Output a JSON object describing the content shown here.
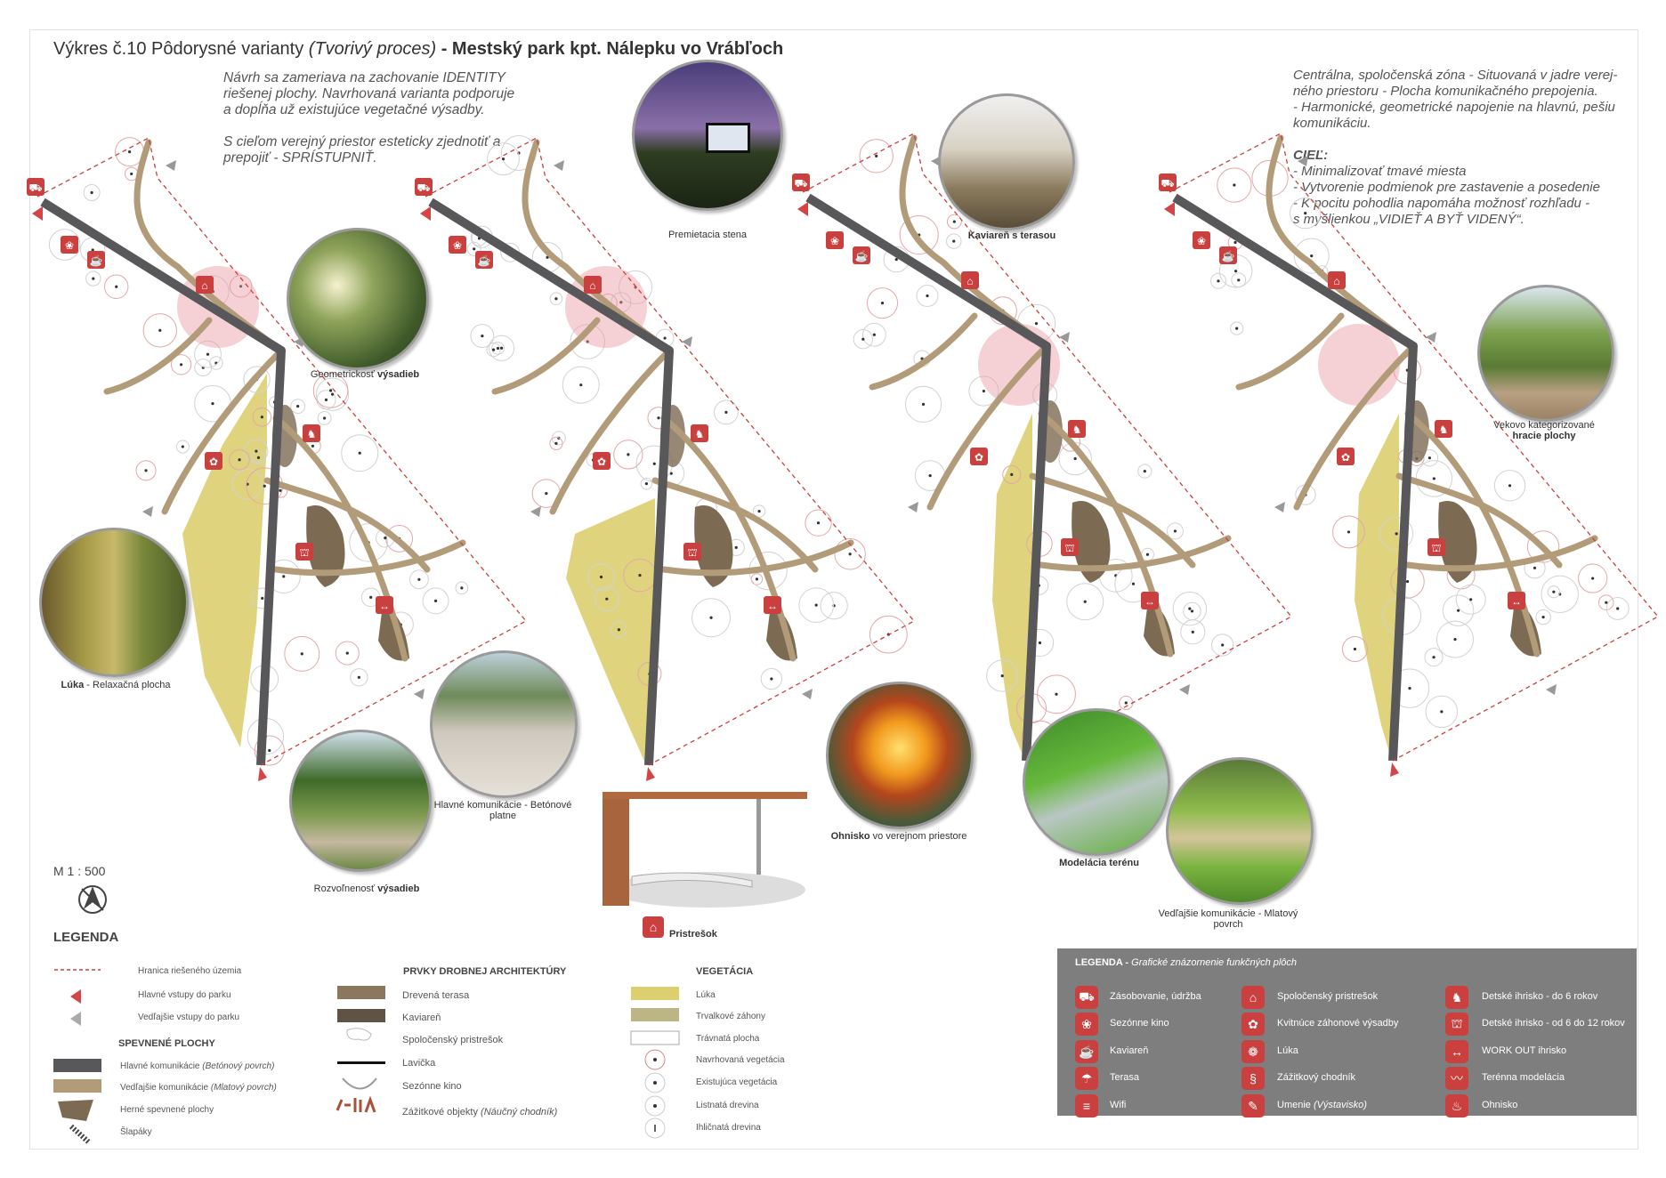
{
  "title": {
    "prefix": "Výkres č.10 Pôdorysné varianty ",
    "italic": "(Tvorivý proces)",
    "bold": " - Mestský park kpt. Nálepku vo Vrábľoch"
  },
  "intro_left": [
    "Návrh sa zameriava na zachovanie IDENTITY",
    "riešenej plochy. Navrhovaná varianta podporuje",
    "a dopĺňa už existujúce vegetačné výsadby.",
    "",
    "S cieľom verejný priestor esteticky zjednotiť a",
    "prepojiť - SPRÍSTUPNIŤ."
  ],
  "intro_right": [
    "Centrálna, spoločenská zóna - Situovaná v jadre verej-",
    "ného priestoru - Plocha komunikačného prepojenia.",
    "- Harmonické, geometrické napojenie na hlavnú, pešiu",
    "komunikáciu.",
    "",
    "CIEĽ:",
    "- Minimalizovať tmavé miesta",
    "- Vytvorenie podmienok pre zastavenie a posedenie",
    "- K pocitu pohodlia napomáha možnosť rozhľadu -",
    "s myšlienkou „VIDIEŤ A BYŤ VIDENÝ“."
  ],
  "captions": {
    "film": "Premietacia stena",
    "cafe": "Kaviareň s terasou",
    "geom_a": "Geometrickosť ",
    "geom_b": "výsadieb",
    "luka_a": "Lúka",
    "luka_b": " - Relaxačná plocha",
    "rozv_a": "Rozvoľnenosť ",
    "rozv_b": "výsadieb",
    "hlavne_1": "Hlavné komunikácie - Betónové",
    "hlavne_2": "platne",
    "ohnisko_a": "Ohnisko",
    "ohnisko_b": " vo verejnom priestore",
    "model": "Modelácia terénu",
    "vedl_1": "Vedľajšie komunikácie - Mlatový",
    "vedl_2": "povrch",
    "pristresok": "Pristrešok",
    "vek_1": "Vekovo kategorizované",
    "vek_2": "hracie plochy"
  },
  "scale": "M 1 : 500",
  "legend_title": "LEGENDA",
  "legend_left": [
    "Hranica riešeného územia",
    "Hlavné vstupy do parku",
    "Vedľajšie vstupy do parku"
  ],
  "spevnene": {
    "title": "SPEVNENÉ PLOCHY",
    "items": [
      {
        "label": "Hlavné komunikácie ",
        "note": "(Betónový povrch)",
        "color": "#58585a"
      },
      {
        "label": "Vedľajšie komunikácie ",
        "note": "(Mlatový povrch)",
        "color": "#b29b78"
      },
      {
        "label": "Herné spevnené plochy",
        "note": "",
        "color": "#7d6a53"
      },
      {
        "label": "Šlapáky",
        "note": "",
        "color": "#444444"
      }
    ]
  },
  "prvky": {
    "title": "PRVKY DROBNEJ ARCHITEKTÚRY",
    "items": [
      {
        "label": "Drevená terasa",
        "note": ""
      },
      {
        "label": "Kaviareň",
        "note": ""
      },
      {
        "label": "Spoločenský pristrešok",
        "note": ""
      },
      {
        "label": "Lavička",
        "note": ""
      },
      {
        "label": "Sezónne kino",
        "note": ""
      },
      {
        "label": "Zážitkové objekty ",
        "note": "(Náučný chodník)"
      }
    ]
  },
  "vegetacia": {
    "title": "VEGETÁCIA",
    "items": [
      "Lúka",
      "Trvalkové záhony",
      "Trávnatá plocha",
      "Navrhovaná vegetácia",
      "Existujúca vegetácia",
      "Listnatá drevina",
      "Ihličnatá drevina"
    ]
  },
  "func_legend": {
    "title": "LEGENDA - ",
    "subtitle": "Grafické znázornenie funkčných plôch",
    "items": [
      {
        "label": "Zásobovanie, údržba",
        "icon": "truck-icon",
        "glyph": "⛟"
      },
      {
        "label": "Sezónne kino",
        "icon": "film-projector-icon",
        "glyph": "❀"
      },
      {
        "label": "Kaviareň",
        "icon": "coffee-cup-icon",
        "glyph": "☕"
      },
      {
        "label": "Terasa",
        "icon": "parasol-table-icon",
        "glyph": "☂"
      },
      {
        "label": "Wifi",
        "icon": "wifi-icon",
        "glyph": "≡"
      },
      {
        "label": "Spoločenský pristrešok",
        "icon": "shelter-icon",
        "glyph": "⌂"
      },
      {
        "label": "Kvitnúce záhonové výsadby",
        "icon": "flower-icon",
        "glyph": "✿"
      },
      {
        "label": "Lúka",
        "icon": "meadow-icon",
        "glyph": "❁"
      },
      {
        "label": "Zážitkový chodník",
        "icon": "path-icon",
        "glyph": "§"
      },
      {
        "label": "Umenie ",
        "note": "(Výstavisko)",
        "icon": "palette-icon",
        "glyph": "✎"
      },
      {
        "label": "Detské ihrisko - do 6 rokov",
        "icon": "rocking-horse-icon",
        "glyph": "♞"
      },
      {
        "label": "Detské ihrisko - od 6 do 12 rokov",
        "icon": "slide-icon",
        "glyph": "⛫"
      },
      {
        "label": "WORK OUT ihrisko",
        "icon": "dumbbell-icon",
        "glyph": "↔"
      },
      {
        "label": "Terénna modelácia",
        "icon": "terrain-icon",
        "glyph": "〰"
      },
      {
        "label": "Ohnisko",
        "icon": "campfire-icon",
        "glyph": "♨"
      }
    ]
  },
  "colors": {
    "accent": "#c9403f",
    "road": "#58585a",
    "path": "#b29b78",
    "meadow": "#dccf6f",
    "play": "#7d6a53",
    "legend_bg": "#7e7e7e"
  }
}
